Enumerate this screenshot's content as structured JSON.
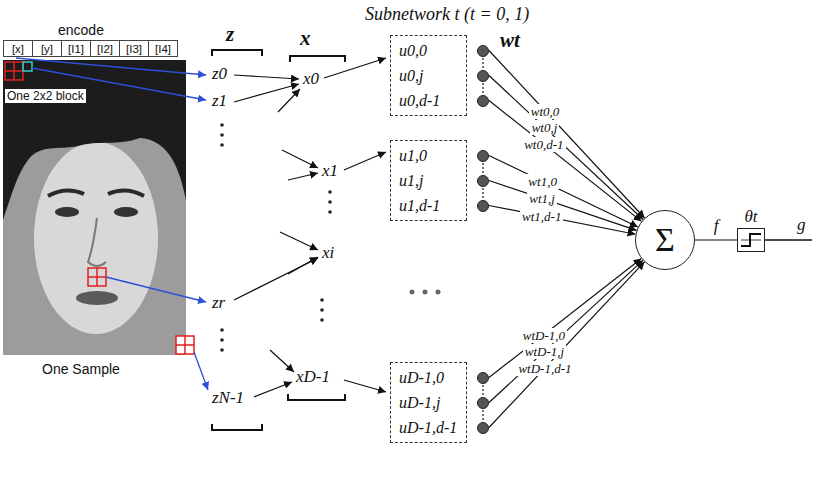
{
  "diagram": {
    "title": "Subnetwork t (t = 0, 1)",
    "nodes": [
      {
        "text": [
          "[x]"
        ]
      },
      {
        "text": [
          "[y]"
        ]
      },
      {
        "text": [
          "[I1]"
        ]
      },
      {
        "text": [
          "[I2]"
        ]
      },
      {
        "text": [
          "[I3]"
        ]
      },
      {
        "text": [
          "[I4]"
        ]
      },
      {
        "text": [
          "u0,0",
          "u0,j",
          "u0,d-1"
        ]
      },
      {
        "text": [
          "u1,0",
          "u1,j",
          "u1,d-1"
        ]
      },
      {
        "text": [
          "uD-1,0",
          "uD-1,j",
          "uD-1,d-1"
        ]
      },
      {
        "text": [
          "Σ"
        ]
      },
      {
        "text": [
          "θt"
        ]
      }
    ],
    "edges": [
      {
        "from": 6,
        "to": 9,
        "arrow": "to",
        "label": "wt0,0"
      },
      {
        "from": 6,
        "to": 9,
        "arrow": "to",
        "label": "wt0,j"
      },
      {
        "from": 6,
        "to": 9,
        "arrow": "to",
        "label": "wt0,d-1"
      },
      {
        "from": 7,
        "to": 9,
        "arrow": "to",
        "label": "wt1,0"
      },
      {
        "from": 7,
        "to": 9,
        "arrow": "to",
        "label": "wt1,j"
      },
      {
        "from": 7,
        "to": 9,
        "arrow": "to",
        "label": "wt1,d-1"
      },
      {
        "from": 8,
        "to": 9,
        "arrow": "to",
        "label": "wtD-1,0"
      },
      {
        "from": 8,
        "to": 9,
        "arrow": "to",
        "label": "wtD-1,j"
      },
      {
        "from": 8,
        "to": 9,
        "arrow": "to",
        "label": "wtD-1,d-1"
      },
      {
        "from": 9,
        "to": 10,
        "arrow": "none",
        "label": "f"
      }
    ],
    "labels": [
      "encode",
      "One 2x2 block",
      "One Sample",
      "z",
      "z0",
      "z1",
      "zr",
      "zN-1",
      "x",
      "x0",
      "x1",
      "xi",
      "xD-1",
      "wt",
      "g"
    ]
  }
}
